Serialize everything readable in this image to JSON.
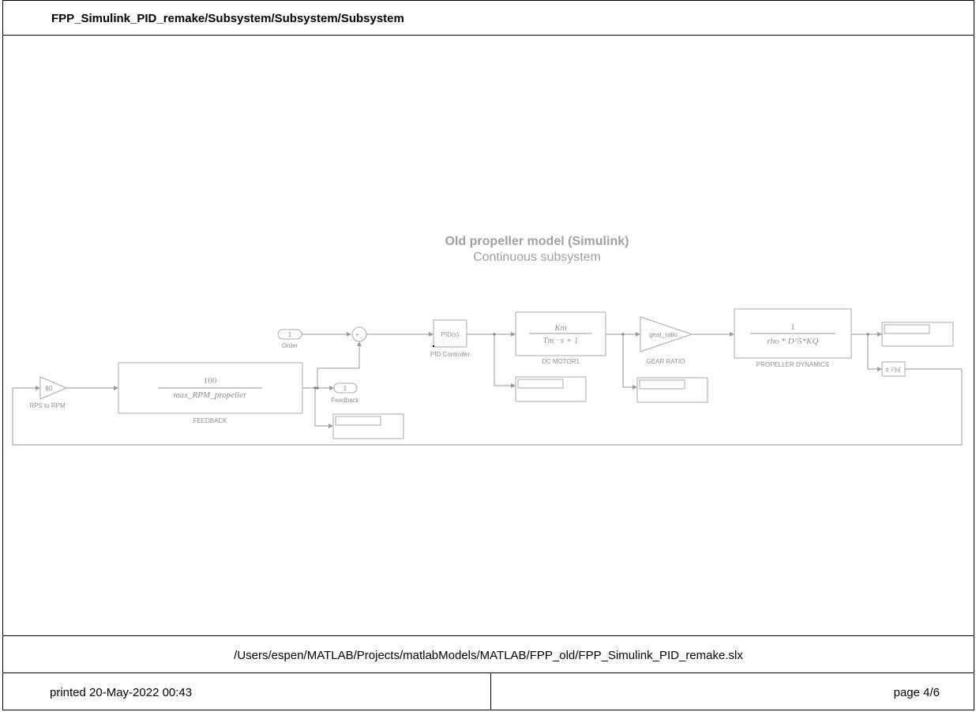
{
  "header": {
    "title": "FPP_Simulink_PID_remake/Subsystem/Subsystem/Subsystem"
  },
  "annotation": {
    "title": "Old propeller model (Simulink)",
    "subtitle": "Continuous subsystem"
  },
  "blocks": {
    "inport_order": {
      "port": "1",
      "label": "Order"
    },
    "sum": {
      "plus": "+",
      "minus": "-"
    },
    "pid": {
      "text": "PID(s)",
      "label": "PID Controller"
    },
    "dc_motor": {
      "num": "Km",
      "den": "Tm · s + 1",
      "label": "DC MOTOR1"
    },
    "gear": {
      "text": "gear_ratio",
      "label": "GEAR RATIO"
    },
    "propeller": {
      "num": "1",
      "den": "rho * D^5*KQ",
      "label": "PROPELLER DYNAMICS"
    },
    "sqrt": {
      "text": "± √|u|"
    },
    "rps_gain": {
      "text": "60",
      "label": "RPS to RPM"
    },
    "feedback_tf": {
      "num": "100",
      "den": "max_RPM_propeller",
      "label": "FEEDBACK"
    },
    "outport_feedback": {
      "port": "1",
      "label": "Feedback"
    }
  },
  "footer": {
    "file_path": "/Users/espen/MATLAB/Projects/matlabModels/MATLAB/FPP_old/FPP_Simulink_PID_remake.slx",
    "printed": "printed 20-May-2022 00:43",
    "page": "page 4/6"
  }
}
